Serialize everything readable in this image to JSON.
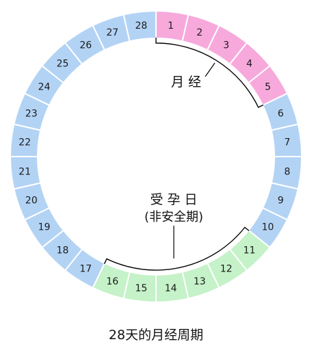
{
  "colors": {
    "menstruation": "#f7a9dc",
    "fertile": "#c5f2c8",
    "safe": "#b3d3f5",
    "divider": "#ffffff",
    "bracket": "#000000"
  },
  "cycle": {
    "total_days": 28,
    "menstruation_days": [
      1,
      2,
      3,
      4,
      5
    ],
    "fertile_days": [
      11,
      12,
      13,
      14,
      15,
      16
    ]
  },
  "labels": {
    "menstruation": "月  经",
    "fertile_line1": "受 孕 日",
    "fertile_line2": "(非安全期)",
    "caption": "28天的月经周期"
  }
}
